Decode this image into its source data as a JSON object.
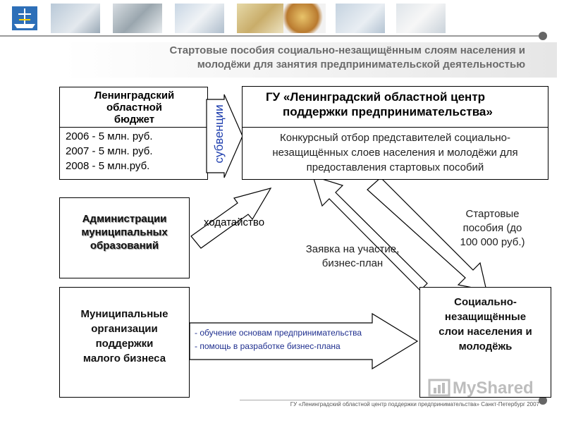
{
  "header": {
    "title_line1": "Стартовые пособия социально-незащищённым слоям населения и",
    "title_line2": "молодёжи для занятия предпринимательской деятельностью",
    "photos": [
      "people-photo",
      "handshake-photo",
      "business-photo",
      "coins-photo",
      "globe-photo",
      "office-photo",
      "money-photo"
    ]
  },
  "budget": {
    "title_l1": "Ленинградский",
    "title_l2": "областной",
    "title_l3": "бюджет",
    "rows": [
      "2006 - 5 млн. руб.",
      "2007 - 5 млн. руб.",
      "2008 - 5 млн.руб."
    ]
  },
  "subventions_label": "субвенции",
  "center": {
    "title_l1": "ГУ «Ленинградский областной центр",
    "title_l2": "поддержки предпринимательства»",
    "body_l1": "Конкурсный отбор представителей социально-",
    "body_l2": "незащищённых слоев населения и молодёжи для",
    "body_l3": "предоставления стартовых пособий"
  },
  "admin": {
    "l1": "Администрации",
    "l2": "муниципальных",
    "l3": "образований"
  },
  "petition_label": "ходатайство",
  "application": {
    "l1": "Заявка на участие,",
    "l2": "бизнес-план"
  },
  "grants": {
    "l1": "Стартовые",
    "l2": "пособия  (до",
    "l3": "100 000 руб.)"
  },
  "municipal": {
    "l1": "Муниципальные",
    "l2": "организации",
    "l3": "поддержки",
    "l4": "малого бизнеса"
  },
  "services": {
    "l1": "- обучение основам предпринимательства",
    "l2": "- помощь в разработке бизнес-плана"
  },
  "target": {
    "l1": "Социально-",
    "l2": "незащищённые",
    "l3": "слои населения и",
    "l4": "молодёжь"
  },
  "footer": "ГУ «Ленинградский областной центр поддержки предпринимательства» Санкт-Петербург 2007",
  "watermark": "MyShared",
  "colors": {
    "arrow_fill": "#ffffff",
    "arrow_stroke": "#000000",
    "title_gray": "#6b6b6b",
    "crest_blue": "#2d6fb8"
  }
}
